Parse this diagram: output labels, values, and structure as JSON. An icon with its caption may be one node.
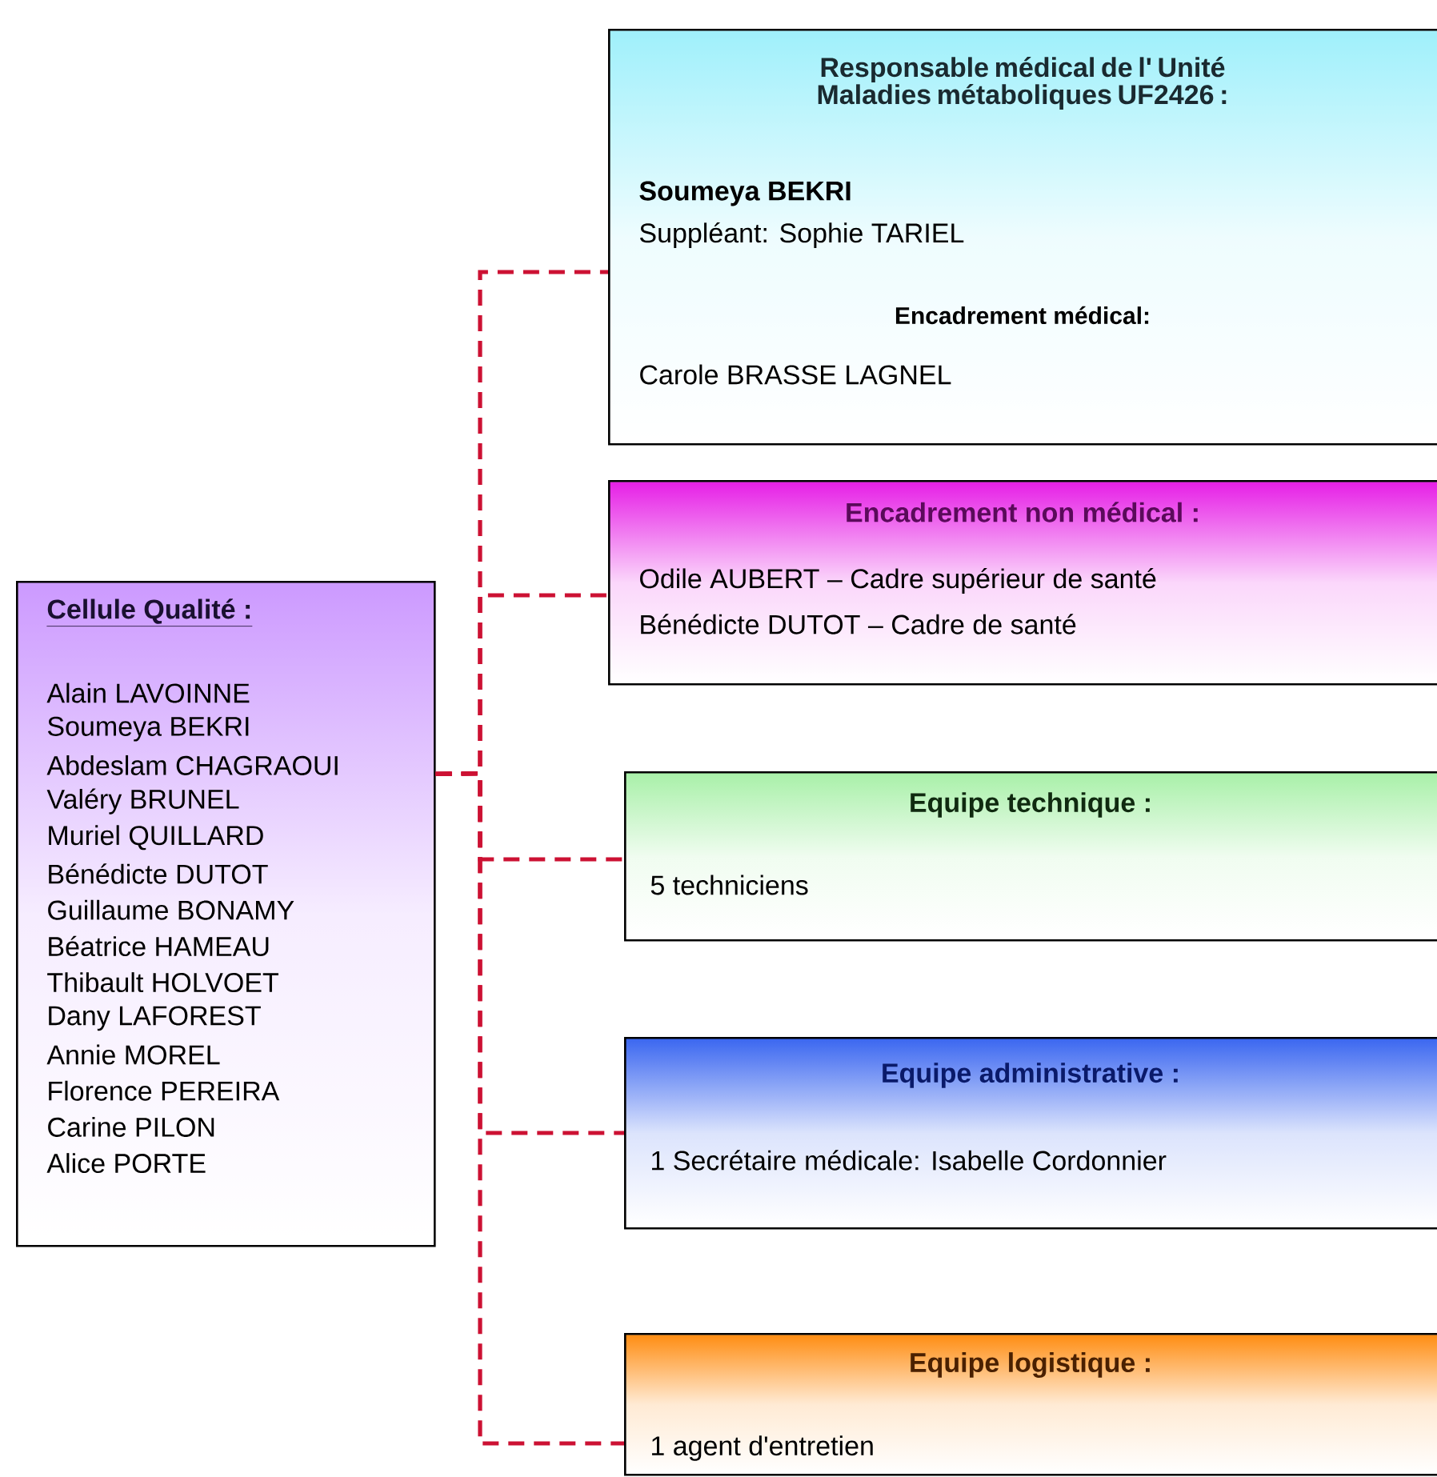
{
  "diagram": {
    "nodes": [
      {
        "text": [
          "Cellule Qualité :",
          "Alain LAVOINNE",
          "Soumeya BEKRI",
          "Abdeslam CHAGRAOUI",
          "Valéry BRUNEL",
          "Muriel QUILLARD",
          "Bénédicte DUTOT",
          "Guillaume BONAMY",
          "Béatrice HAMEAU",
          "Thibault HOLVOET",
          "Dany LAFOREST",
          "Annie MOREL",
          "Florence PEREIRA",
          "Carine PILON",
          "Alice PORTE"
        ]
      },
      {
        "text": [
          "Responsable médical de l' Unité Maladies métaboliques UF2426 :",
          "Soumeya BEKRI",
          "Suppléant: Sophie TARIEL",
          "Encadrement médical:",
          "Carole BRASSE LAGNEL"
        ]
      },
      {
        "text": [
          "Encadrement non médical :",
          "Odile AUBERT – Cadre supérieur de santé",
          "Bénédicte DUTOT – Cadre de santé"
        ]
      },
      {
        "text": [
          "Equipe technique :",
          "5 techniciens"
        ]
      },
      {
        "text": [
          "Equipe administrative :",
          "1 Secrétaire médicale: Isabelle Cordonnier"
        ]
      },
      {
        "text": [
          "Equipe logistique :",
          "1 agent d'entretien"
        ]
      }
    ],
    "edges": [
      {
        "from": 0,
        "to": 1,
        "arrow": "none",
        "style": "dashed"
      },
      {
        "from": 0,
        "to": 2,
        "arrow": "none",
        "style": "dashed"
      },
      {
        "from": 0,
        "to": 3,
        "arrow": "none",
        "style": "dashed"
      },
      {
        "from": 0,
        "to": 4,
        "arrow": "none",
        "style": "dashed"
      },
      {
        "from": 0,
        "to": 5,
        "arrow": "none",
        "style": "dashed"
      }
    ]
  }
}
